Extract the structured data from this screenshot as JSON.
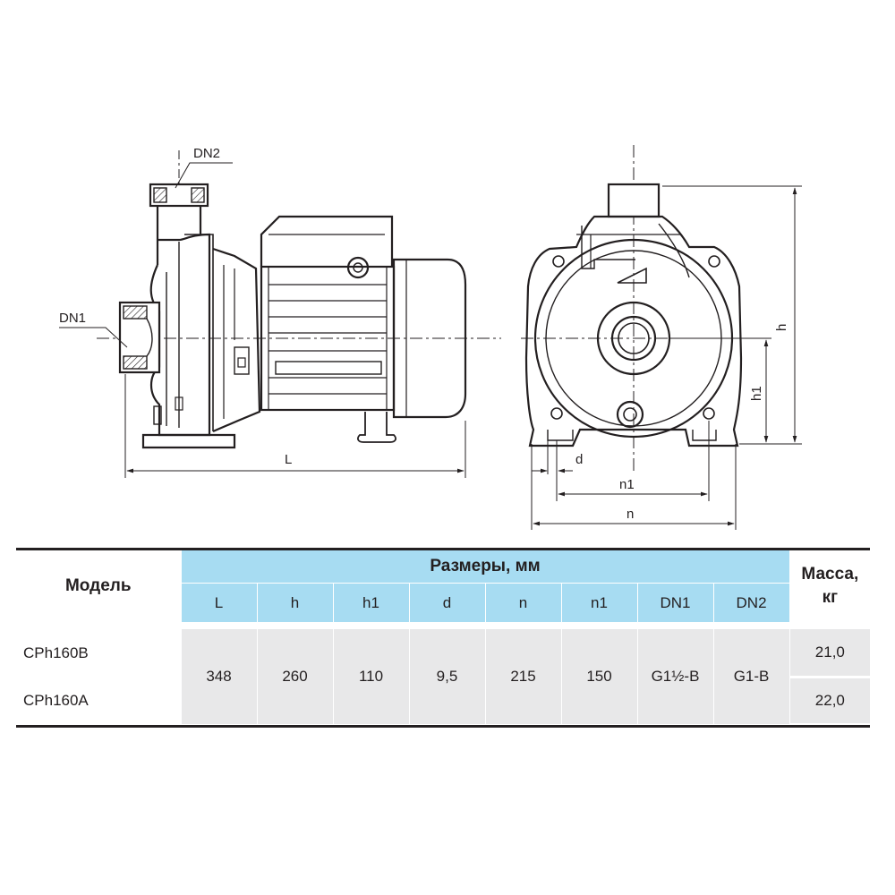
{
  "drawing": {
    "labels": {
      "dn2": "DN2",
      "dn1": "DN1",
      "L": "L",
      "h": "h",
      "h1": "h1",
      "d": "d",
      "n1": "n1",
      "n": "n"
    }
  },
  "table": {
    "model_header": "Модель",
    "dims_header": "Размеры, мм",
    "mass_header_line1": "Масса,",
    "mass_header_line2": "кг",
    "columns": [
      "L",
      "h",
      "h1",
      "d",
      "n",
      "n1",
      "DN1",
      "DN2"
    ],
    "shared_values": [
      "348",
      "260",
      "110",
      "9,5",
      "215",
      "150",
      "G1½-B",
      "G1-B"
    ],
    "rows": [
      {
        "model": "CPh160B",
        "mass": "21,0"
      },
      {
        "model": "CPh160A",
        "mass": "22,0"
      }
    ]
  },
  "colors": {
    "header_blue": "#a7dcf2",
    "cell_grey": "#e8e8e9",
    "line": "#231f20"
  }
}
